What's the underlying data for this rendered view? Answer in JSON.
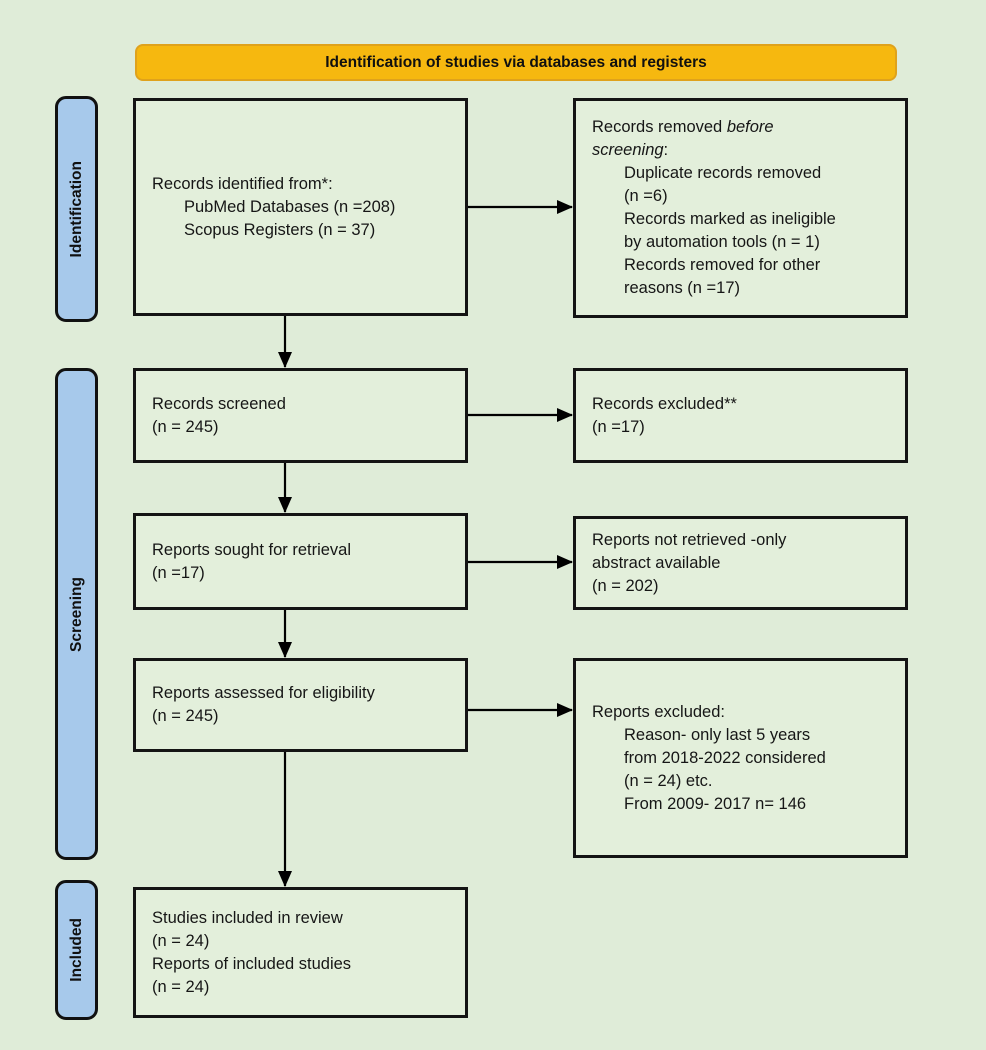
{
  "title": "Identification of studies via databases and registers",
  "colors": {
    "banner_fill": "#f6b80f",
    "banner_border": "#dfa21c",
    "box_fill": "#e3efdb",
    "box_border": "#141414",
    "stage_fill": "#a7c9eb",
    "background": "#dfecd8",
    "arrow": "#000000"
  },
  "stages": [
    {
      "id": "identification",
      "label": "Identification"
    },
    {
      "id": "screening",
      "label": "Screening"
    },
    {
      "id": "included",
      "label": "Included"
    }
  ],
  "boxes": {
    "records_identified": {
      "lines": [
        {
          "text": "Records identified from*:"
        },
        {
          "text": "PubMed Databases (n =208)",
          "indent": 1
        },
        {
          "text": "Scopus Registers (n = 37)",
          "indent": 1
        }
      ]
    },
    "records_removed": {
      "lines": [
        {
          "segments": [
            {
              "text": "Records removed "
            },
            {
              "text": "before",
              "italic": true
            }
          ]
        },
        {
          "segments": [
            {
              "text": "screening",
              "italic": true
            },
            {
              "text": ":"
            }
          ]
        },
        {
          "text": "Duplicate records removed",
          "indent": 1
        },
        {
          "text": "(n =6)",
          "indent": 1
        },
        {
          "text": "Records marked as ineligible",
          "indent": 1
        },
        {
          "text": "by automation tools (n = 1)",
          "indent": 1
        },
        {
          "text": "Records removed for other",
          "indent": 1
        },
        {
          "text": "reasons (n =17)",
          "indent": 1
        }
      ]
    },
    "records_screened": {
      "lines": [
        {
          "text": "Records screened"
        },
        {
          "text": "(n = 245)"
        }
      ]
    },
    "records_excluded": {
      "lines": [
        {
          "text": "Records excluded**"
        },
        {
          "text": "(n =17)"
        }
      ]
    },
    "reports_sought": {
      "lines": [
        {
          "text": "Reports sought for retrieval"
        },
        {
          "text": "(n =17)"
        }
      ]
    },
    "reports_not_retrieved": {
      "lines": [
        {
          "text": "Reports not retrieved -only"
        },
        {
          "text": "abstract available"
        },
        {
          "text": "(n = 202)"
        }
      ]
    },
    "reports_assessed": {
      "lines": [
        {
          "text": "Reports assessed for eligibility"
        },
        {
          "text": "(n = 245)"
        }
      ]
    },
    "reports_excluded": {
      "lines": [
        {
          "text": "Reports excluded:"
        },
        {
          "text": "Reason- only last 5 years",
          "indent": 1
        },
        {
          "text": "from 2018-2022 considered",
          "indent": 1
        },
        {
          "text": "(n = 24) etc.",
          "indent": 1
        },
        {
          "text": "From 2009- 2017 n= 146",
          "indent": 1
        }
      ]
    },
    "studies_included": {
      "lines": [
        {
          "text": "Studies included in review"
        },
        {
          "text": "(n = 24)"
        },
        {
          "text": "Reports of included studies"
        },
        {
          "text": "(n = 24)"
        }
      ]
    }
  },
  "connections": [
    {
      "from": "records_identified",
      "to": "records_removed"
    },
    {
      "from": "records_identified",
      "to": "records_screened"
    },
    {
      "from": "records_screened",
      "to": "records_excluded"
    },
    {
      "from": "records_screened",
      "to": "reports_sought"
    },
    {
      "from": "reports_sought",
      "to": "reports_not_retrieved"
    },
    {
      "from": "reports_sought",
      "to": "reports_assessed"
    },
    {
      "from": "reports_assessed",
      "to": "reports_excluded"
    },
    {
      "from": "reports_assessed",
      "to": "studies_included"
    }
  ]
}
